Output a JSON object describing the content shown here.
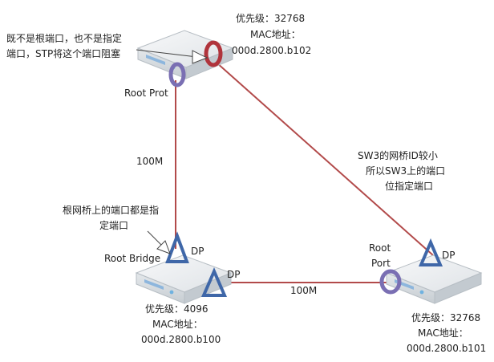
{
  "colors": {
    "link": "#b24a4a",
    "designated": "#3f67a8",
    "root_port": "#7a6fb3",
    "blocked": "#b0343c",
    "switch_top": "#eef0f2",
    "switch_side": "#cfd5da",
    "switch_front": "#dde2e6"
  },
  "switches": {
    "sw_top": {
      "priority": "优先级：32768",
      "mac_label": "MAC地址：",
      "mac": "000d.2800.b102",
      "port_label": "Root Prot"
    },
    "sw_left": {
      "name": "Root Bridge",
      "priority": "优先级：4096",
      "mac_label": "MAC地址：",
      "mac": "000d.2800.b100"
    },
    "sw_right": {
      "priority": "优先级：32768",
      "mac_label": "MAC地址：",
      "mac": "000d.2800.b101",
      "port_label_1": "Root",
      "port_label_2": "Port"
    }
  },
  "links": {
    "left_vertical": "100M",
    "bottom_horizontal": "100M"
  },
  "port_roles": {
    "dp": "DP"
  },
  "notes": {
    "blocked_1": "既不是根端口，也不是指定",
    "blocked_2": "端口，STP将这个端口阻塞",
    "root_bridge_1": "根网桥上的端口都是指",
    "root_bridge_2": "定端口",
    "sw3_1": "SW3的网桥ID较小",
    "sw3_2": "所以SW3上的端口",
    "sw3_3": "位指定端口"
  },
  "icons": {
    "switch": "switch-icon",
    "designated_port": "triangle-icon",
    "root_port": "ellipse-icon",
    "blocked_port": "ellipse-icon",
    "callout": "arrow-icon"
  }
}
